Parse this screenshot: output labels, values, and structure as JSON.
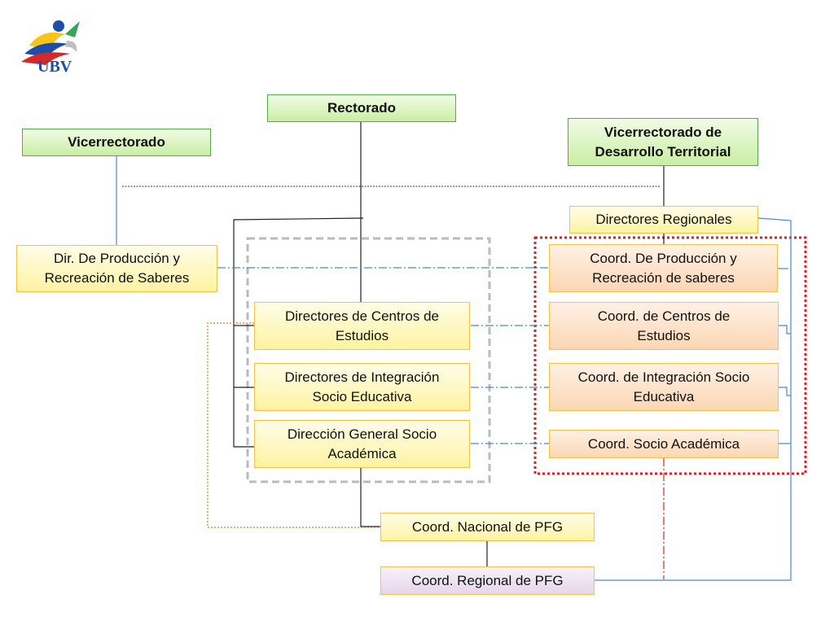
{
  "logo": {
    "text": "UBV"
  },
  "nodes": {
    "rectorado": "Rectorado",
    "vicerrectorado": "Vicerrectorado",
    "vicerrectorado_territorial": "Vicerrectorado de\nDesarrollo Territorial",
    "directores_regionales": "Directores Regionales",
    "dir_produccion": "Dir. De Producción y\nRecreación de Saberes",
    "coord_produccion": "Coord. De Producción y\nRecreación de saberes",
    "directores_centros": "Directores de Centros de\nEstudios",
    "coord_centros": "Coord. de Centros de\nEstudios",
    "directores_integracion": "Directores de Integración\nSocio Educativa",
    "coord_integracion": "Coord. de Integración Socio\nEducativa",
    "direccion_general": "Dirección General Socio\nAcadémica",
    "coord_socio": "Coord. Socio Académica",
    "coord_nacional": "Coord. Nacional de PFG",
    "coord_regional": "Coord. Regional de PFG"
  },
  "colors": {
    "green_border": "#58a84e",
    "yellow_border": "#f2c24a",
    "blue_line": "#4f86c6",
    "red_dotted": "#e02020",
    "orange_line": "#e07a30",
    "gray_dashed": "#bbbbbb"
  }
}
